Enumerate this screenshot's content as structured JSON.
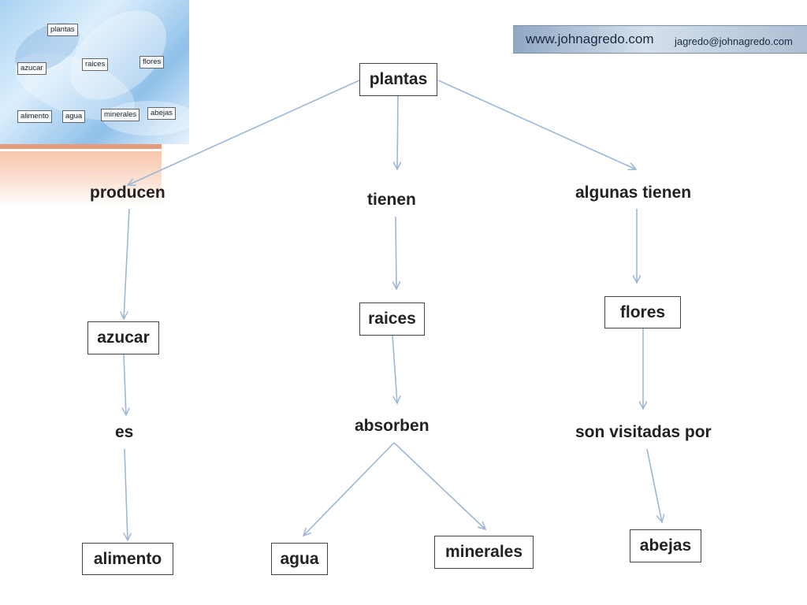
{
  "thumbnail": {
    "nodes": {
      "plantas": "plantas",
      "azucar": "azucar",
      "raices": "raices",
      "flores": "flores",
      "alimento": "alimento",
      "agua": "agua",
      "minerales": "minerales",
      "abejas": "abejas"
    }
  },
  "banner": {
    "url": "www.johnagredo.com",
    "email": "jagredo@johnagredo.com"
  },
  "concept_map": {
    "nodes": {
      "plantas": "plantas",
      "azucar": "azucar",
      "raices": "raices",
      "flores": "flores",
      "alimento": "alimento",
      "agua": "agua",
      "minerales": "minerales",
      "abejas": "abejas"
    },
    "links": {
      "producen": "producen",
      "tienen": "tienen",
      "algunas_tienen": "algunas tienen",
      "es": "es",
      "absorben": "absorben",
      "son_visitadas_por": "son visitadas por"
    }
  },
  "colors": {
    "arrow": "#9bb7d6",
    "node_border": "#444444",
    "accent_bar": "#e69a7a"
  }
}
